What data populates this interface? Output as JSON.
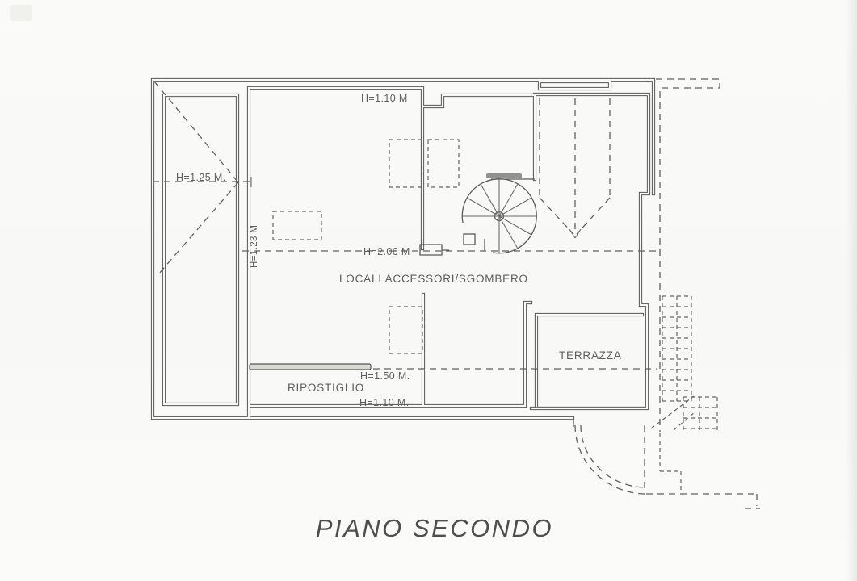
{
  "plan": {
    "title": "PIANO SECONDO",
    "room_labels": {
      "main": "LOCALI ACCESSORI/SGOMBERO",
      "storage": "RIPOSTIGLIO",
      "terrace": "TERRAZZA"
    },
    "height_labels": {
      "top": "H=1.10 M",
      "left_attic": "H=1.25 M.",
      "left_wall_vertical": "H=1.23 M",
      "center": "H=2.06 M",
      "storage_upper": "H=1.50 M.",
      "storage_lower": "H=1.10 M."
    },
    "colors": {
      "line": "#5a5a5a",
      "text": "#5d5d5d",
      "background": "#f9f9f7"
    }
  }
}
